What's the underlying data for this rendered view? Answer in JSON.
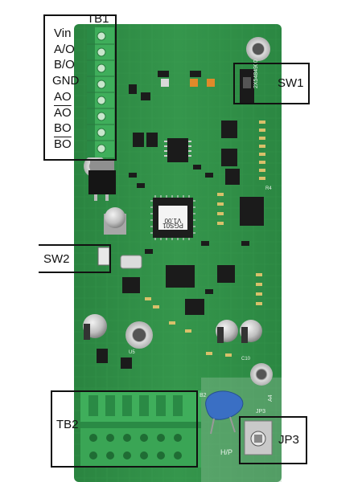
{
  "callouts": {
    "tb1": {
      "label": "TB1",
      "pins": [
        "Vin",
        "A/O",
        "B/O",
        "GND",
        "AO",
        "AO",
        "BO",
        "BO"
      ],
      "inverted_pins": [
        5,
        7
      ]
    },
    "sw1": {
      "label": "SW1"
    },
    "sw2": {
      "label": "SW2"
    },
    "tb2": {
      "label": "TB2"
    },
    "jp3": {
      "label": "JP3"
    }
  },
  "board": {
    "silkscreen": {
      "chip_main": [
        "V1.00",
        "PGS01"
      ],
      "part_no": "2X5484900",
      "hp": "H/P",
      "refs": [
        "JP3",
        "B2",
        "A4",
        "R4",
        "C10",
        "U5"
      ]
    }
  },
  "colors": {
    "pcb": "#2f8f46",
    "pcb_dark": "#1f6d34",
    "terminal": "#3fae5b",
    "terminal_dark": "#2a8a45",
    "chip": "#1d1d1d",
    "capacitor_blue": "#3a6fc4",
    "callout": "#111111"
  }
}
